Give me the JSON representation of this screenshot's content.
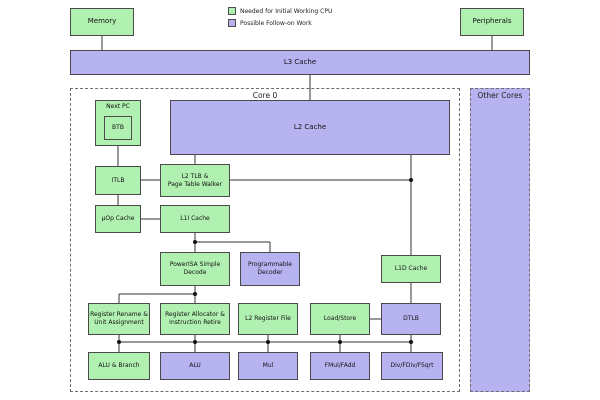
{
  "colors": {
    "green": "#b0f0b0",
    "purple": "#b6b3f0"
  },
  "legend": {
    "items": [
      {
        "label": "Needed for Initial Working CPU",
        "color": "#b0f0b0"
      },
      {
        "label": "Possible Follow-on Work",
        "color": "#b6b3f0"
      }
    ]
  },
  "system": {
    "memory": "Memory",
    "peripherals": "Peripherals",
    "l3_cache": "L3 Cache",
    "other_cores": "Other Cores"
  },
  "core": {
    "title": "Core 0",
    "next_pc": "Next PC",
    "btb": "BTB",
    "l2_cache": "L2 Cache",
    "itlb": "ITLB",
    "l2_tlb": "L2 TLB &\nPage Table Walker",
    "uop_cache": "µOp Cache",
    "l1i_cache": "L1I Cache",
    "simple_decode": "PowerISA Simple\nDecode",
    "programmable_decoder": "Programmable\nDecoder",
    "l1d_cache": "L1D Cache",
    "register_rename": "Register Rename &\nUnit Assignment",
    "register_allocator": "Register Allocator &\nInstruction Retire",
    "l2_register_file": "L2 Register File",
    "load_store": "Load/Store",
    "dtlb": "DTLB",
    "alu_branch": "ALU & Branch",
    "alu": "ALU",
    "mul": "Mul",
    "fmul_fadd": "FMul/FAdd",
    "div": "Div/FDiv/FSqrt"
  }
}
